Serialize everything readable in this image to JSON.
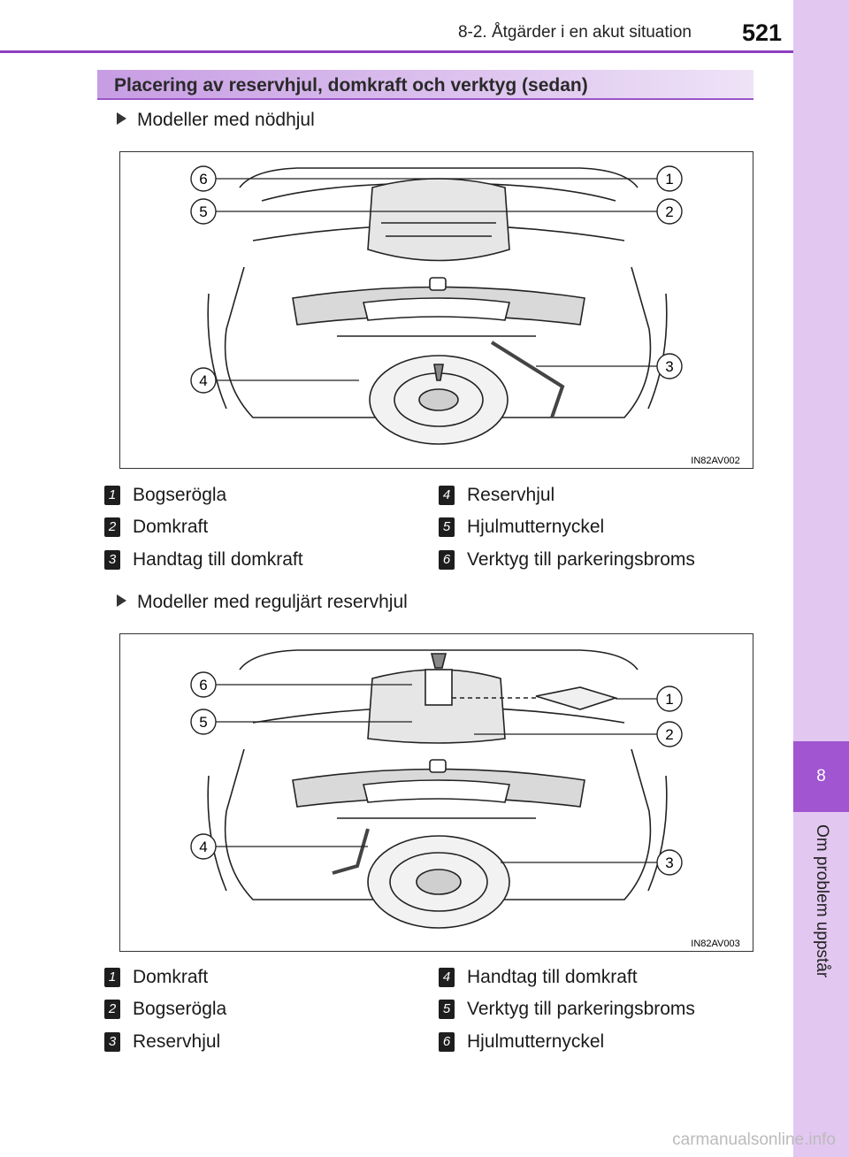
{
  "header": {
    "section_title": "8-2. Åtgärder i en akut situation",
    "page_number": "521"
  },
  "sidetab": {
    "chapter_number": "8",
    "chapter_title": "Om problem uppstår"
  },
  "section": {
    "title": "Placering av reservhjul, domkraft och verktyg (sedan)"
  },
  "figure1": {
    "bullet": "Modeller med nödhjul",
    "code": "IN82AV002",
    "callouts": [
      "6",
      "1",
      "5",
      "2",
      "4",
      "3"
    ],
    "legend": [
      {
        "num": "1",
        "label": "Bogserögla"
      },
      {
        "num": "2",
        "label": "Domkraft"
      },
      {
        "num": "3",
        "label": "Handtag till domkraft"
      },
      {
        "num": "4",
        "label": "Reservhjul"
      },
      {
        "num": "5",
        "label": "Hjulmutternyckel"
      },
      {
        "num": "6",
        "label": "Verktyg till parkeringsbroms"
      }
    ]
  },
  "figure2": {
    "bullet": "Modeller med reguljärt reservhjul",
    "code": "IN82AV003",
    "callouts": [
      "6",
      "1",
      "5",
      "2",
      "4",
      "3"
    ],
    "legend": [
      {
        "num": "1",
        "label": "Domkraft"
      },
      {
        "num": "2",
        "label": "Bogserögla"
      },
      {
        "num": "3",
        "label": "Reservhjul"
      },
      {
        "num": "4",
        "label": "Handtag till domkraft"
      },
      {
        "num": "5",
        "label": "Verktyg till parkeringsbroms"
      },
      {
        "num": "6",
        "label": "Hjulmutternyckel"
      }
    ]
  },
  "footer": {
    "watermark": "carmanualsonline.info"
  },
  "colors": {
    "accent": "#8e3fbf",
    "tab_light": "#e2c7f0",
    "tab_dark": "#a155d1"
  }
}
